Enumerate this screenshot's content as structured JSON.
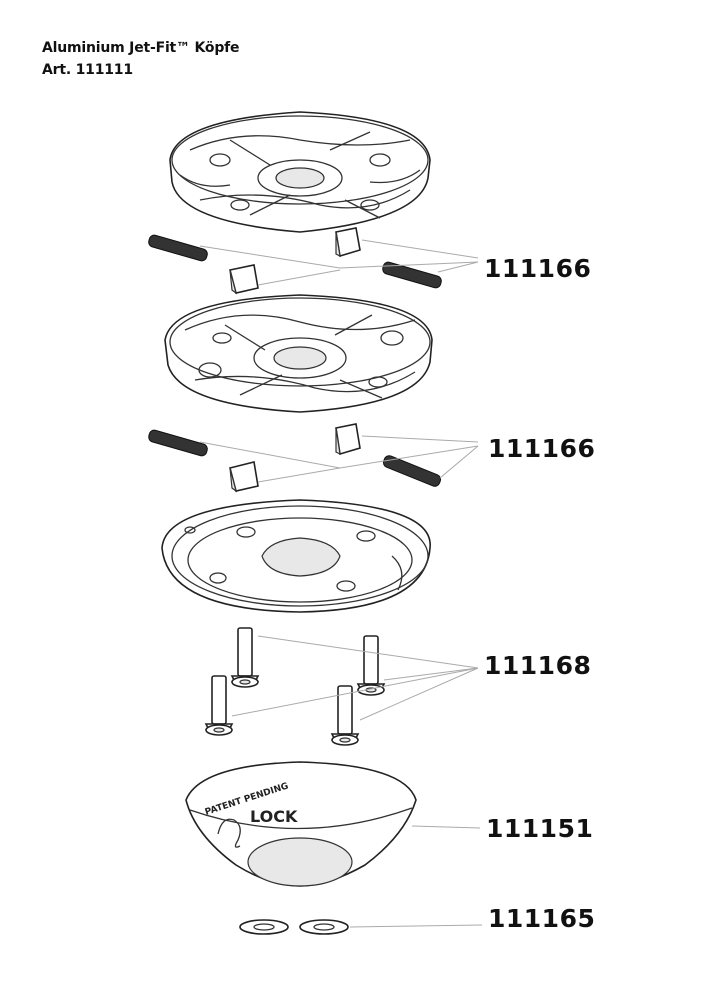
{
  "header": {
    "title": "Aluminium Jet-Fit™ Köpfe",
    "article": "Art. 111111"
  },
  "callouts": [
    {
      "id": "c1",
      "label": "111166"
    },
    {
      "id": "c2",
      "label": "111166"
    },
    {
      "id": "c3",
      "label": "111168"
    },
    {
      "id": "c4",
      "label": "111151"
    },
    {
      "id": "c5",
      "label": "111165"
    }
  ],
  "cone_markings": {
    "patent": "PATENT PENDING",
    "lock": "LOCK"
  }
}
